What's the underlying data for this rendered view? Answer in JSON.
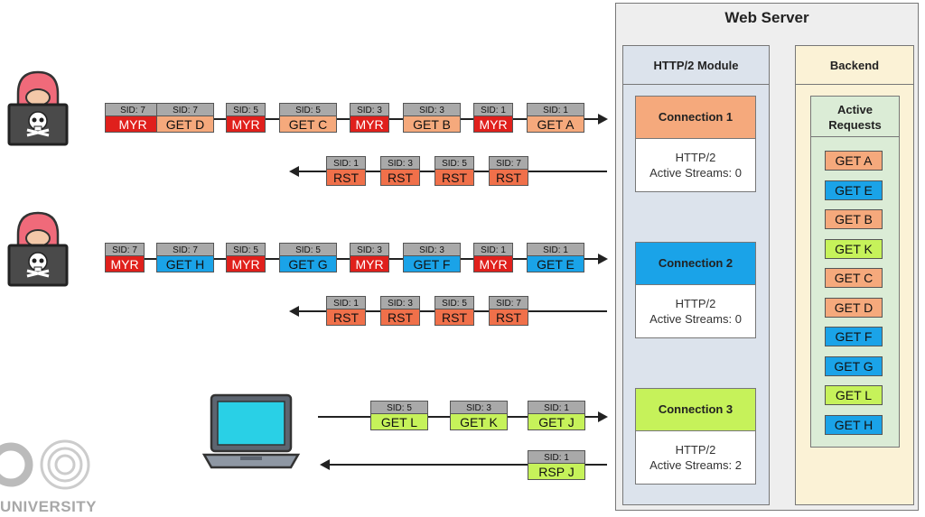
{
  "server": {
    "title": "Web Server"
  },
  "module": {
    "title": "HTTP/2 Module"
  },
  "backend": {
    "title": "Backend",
    "active_title_1": "Active",
    "active_title_2": "Requests"
  },
  "connections": [
    {
      "name": "Connection 1",
      "protocol": "HTTP/2",
      "streams": "Active Streams: 0",
      "color": "#f5a97c"
    },
    {
      "name": "Connection 2",
      "protocol": "HTTP/2",
      "streams": "Active Streams: 0",
      "color": "#1aa3e8"
    },
    {
      "name": "Connection 3",
      "protocol": "HTTP/2",
      "streams": "Active Streams: 2",
      "color": "#c6f25a"
    }
  ],
  "rows": {
    "r1": [
      {
        "sid": "SID: 7",
        "label": "MYR"
      },
      {
        "sid": "SID: 7",
        "label": "GET D"
      },
      {
        "sid": "SID: 5",
        "label": "MYR"
      },
      {
        "sid": "SID: 5",
        "label": "GET C"
      },
      {
        "sid": "SID: 3",
        "label": "MYR"
      },
      {
        "sid": "SID: 3",
        "label": "GET B"
      },
      {
        "sid": "SID: 1",
        "label": "MYR"
      },
      {
        "sid": "SID: 1",
        "label": "GET A"
      }
    ],
    "r2": [
      {
        "sid": "SID: 1",
        "label": "RST"
      },
      {
        "sid": "SID: 3",
        "label": "RST"
      },
      {
        "sid": "SID: 5",
        "label": "RST"
      },
      {
        "sid": "SID: 7",
        "label": "RST"
      }
    ],
    "r3": [
      {
        "sid": "SID: 7",
        "label": "MYR"
      },
      {
        "sid": "SID: 7",
        "label": "GET H"
      },
      {
        "sid": "SID: 5",
        "label": "MYR"
      },
      {
        "sid": "SID: 5",
        "label": "GET G"
      },
      {
        "sid": "SID: 3",
        "label": "MYR"
      },
      {
        "sid": "SID: 3",
        "label": "GET F"
      },
      {
        "sid": "SID: 1",
        "label": "MYR"
      },
      {
        "sid": "SID: 1",
        "label": "GET E"
      }
    ],
    "r4": [
      {
        "sid": "SID: 1",
        "label": "RST"
      },
      {
        "sid": "SID: 3",
        "label": "RST"
      },
      {
        "sid": "SID: 5",
        "label": "RST"
      },
      {
        "sid": "SID: 7",
        "label": "RST"
      }
    ],
    "r5": [
      {
        "sid": "SID: 5",
        "label": "GET L"
      },
      {
        "sid": "SID: 3",
        "label": "GET K"
      },
      {
        "sid": "SID: 1",
        "label": "GET J"
      }
    ],
    "r6": [
      {
        "sid": "SID: 1",
        "label": "RSP J"
      }
    ]
  },
  "active_requests": [
    "GET A",
    "GET E",
    "GET B",
    "GET K",
    "GET C",
    "GET D",
    "GET F",
    "GET G",
    "GET L",
    "GET H"
  ],
  "watermark": "UNIVERSITY",
  "colors": {
    "myr": "#e0201c",
    "peach": "#f5a97c",
    "blue": "#1aa3e8",
    "green": "#c6f25a",
    "rst": "#f0704a"
  }
}
